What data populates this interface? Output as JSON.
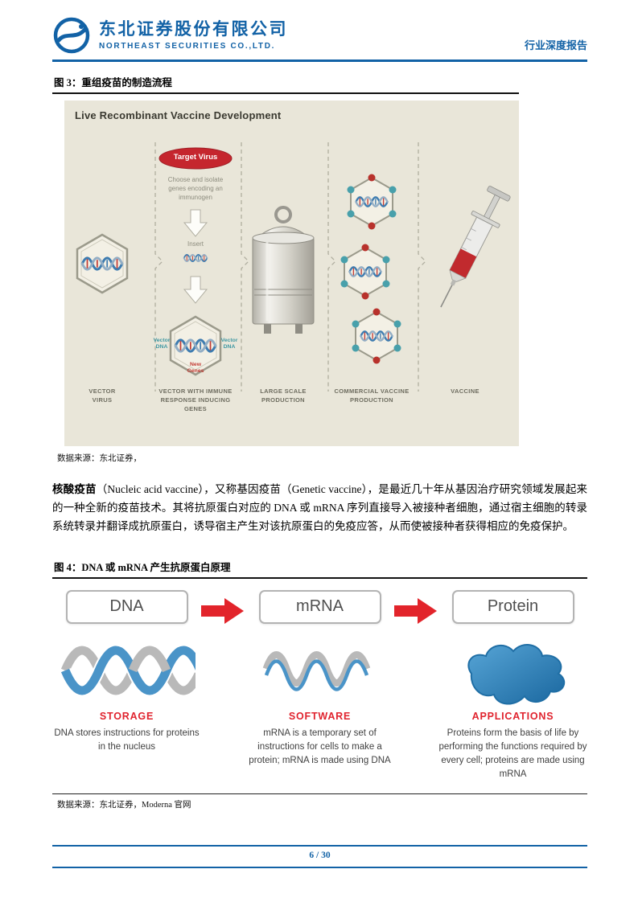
{
  "header": {
    "company_cn": "东北证券股份有限公司",
    "company_en": "NORTHEAST SECURITIES CO.,LTD.",
    "report_type": "行业深度报告"
  },
  "figure3": {
    "caption": "图 3：重组疫苗的制造流程",
    "diagram_title": "Live Recombinant Vaccine Development",
    "target_virus_label": "Target Virus",
    "choose_text": "Choose and isolate genes encoding an immunogen",
    "insert_label": "Insert",
    "vector_dna_left": "Vector DNA",
    "vector_dna_right": "Vector DNA",
    "new_genes_label": "New Genes",
    "stages": [
      "VECTOR VIRUS",
      "VECTOR WITH IMMUNE RESPONSE INDUCING GENES",
      "LARGE SCALE PRODUCTION",
      "COMMERCIAL VACCINE PRODUCTION",
      "VACCINE"
    ],
    "source": "数据来源：东北证券，"
  },
  "body_paragraph": {
    "lead": "核酸疫苗",
    "text": "（Nucleic acid vaccine），又称基因疫苗（Genetic vaccine），是最近几十年从基因治疗研究领域发展起来的一种全新的疫苗技术。其将抗原蛋白对应的 DNA 或 mRNA 序列直接导入被接种者细胞，通过宿主细胞的转录系统转录并翻译成抗原蛋白，诱导宿主产生对该抗原蛋白的免疫应答，从而使被接种者获得相应的免疫保护。"
  },
  "figure4": {
    "caption": "图 4：DNA 或 mRNA 产生抗原蛋白原理",
    "columns": [
      {
        "box": "DNA",
        "heading": "STORAGE",
        "text": "DNA stores instructions for proteins in the nucleus"
      },
      {
        "box": "mRNA",
        "heading": "SOFTWARE",
        "text": "mRNA is a temporary set of instructions for cells to make a protein; mRNA is made using DNA"
      },
      {
        "box": "Protein",
        "heading": "APPLICATIONS",
        "text": "Proteins form the basis of life by performing the functions required by every cell; proteins are made using mRNA"
      }
    ],
    "source": "数据来源：东北证券，Moderna 官网"
  },
  "footer": {
    "page_number": "6 / 30"
  },
  "colors": {
    "brand_blue": "#1262a6",
    "accent_red": "#e0232e",
    "figure_background": "#e9e6d9",
    "teal_label": "#3f98a3",
    "dna_red": "#c23a33"
  }
}
